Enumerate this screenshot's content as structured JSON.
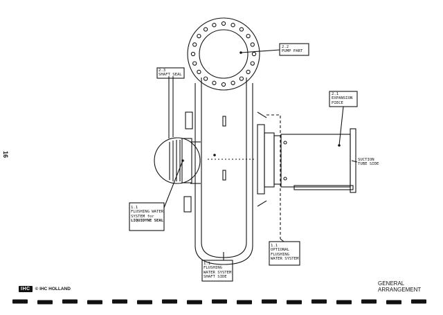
{
  "page_number": "16",
  "labels": {
    "pump_part": {
      "num": "2.2",
      "text": "PUMP PART"
    },
    "shaft_seal": {
      "num": "2.3",
      "text": "SHAFT SEAL"
    },
    "expansion": {
      "num": "2.1",
      "line1": "EXPANSION",
      "line2": "PIECE"
    },
    "suction": {
      "line1": "SUCTION",
      "line2": "TUBE SIDE"
    },
    "flush_liquidyne": {
      "num": "1.1",
      "line1": "FLUSHING WATER",
      "line2": "SYSTEM for",
      "line3": "LIQUIDYNE SEAL"
    },
    "optional": {
      "num": "1.1",
      "line1": "OPTIONAL",
      "line2": "FLUSHING",
      "line3": "WATER SYSTEM"
    },
    "flush_shaft": {
      "num": "1.1",
      "line1": "FLUSHING",
      "line2": "WATER SYSTEM",
      "line3": "SHAFT SIDE"
    }
  },
  "footer": {
    "logo": "IHC",
    "copyright": "© IHC HOLLAND",
    "title_line1": "GENERAL",
    "title_line2": "ARRANGEMENT"
  },
  "icons": [
    "ihc-logo-icon",
    "copyright-icon"
  ]
}
